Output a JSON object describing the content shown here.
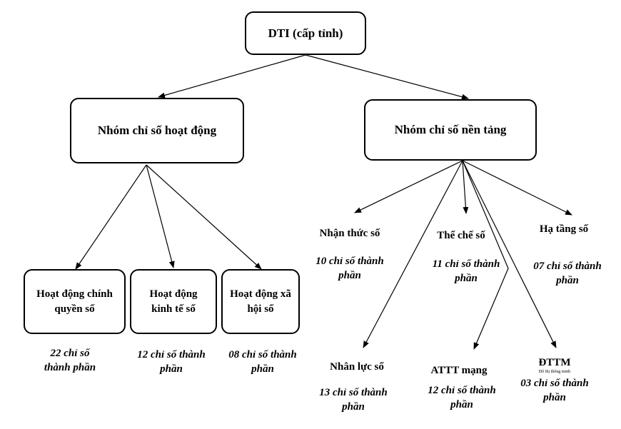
{
  "root": {
    "label": "DTI (cấp tỉnh)"
  },
  "groups": {
    "activity": {
      "label": "Nhóm chỉ số hoạt động"
    },
    "foundation": {
      "label": "Nhóm chỉ số nền tảng"
    }
  },
  "activity_items": [
    {
      "label": "Hoạt động chính quyền số",
      "count": "22 chỉ số thành phần"
    },
    {
      "label": "Hoạt động kinh tế số",
      "count": "12 chỉ số thành phần"
    },
    {
      "label": "Hoạt động xã hội số",
      "count": "08 chỉ số thành phần"
    }
  ],
  "foundation_items": [
    {
      "label": "Nhận thức số",
      "count": "10 chỉ số thành phần"
    },
    {
      "label": "Thể chế số",
      "count": "11 chỉ số thành phần"
    },
    {
      "label": "Hạ tầng số",
      "count": "07 chỉ số thành phần"
    },
    {
      "label": "Nhân lực số",
      "count": "13 chỉ số thành phần"
    },
    {
      "label": "ATTT mạng",
      "count": "12 chỉ số thành phần"
    },
    {
      "label": "ĐTTM",
      "sublabel": "Đô thị thông minh",
      "count": "03 chỉ số thành phần"
    }
  ]
}
